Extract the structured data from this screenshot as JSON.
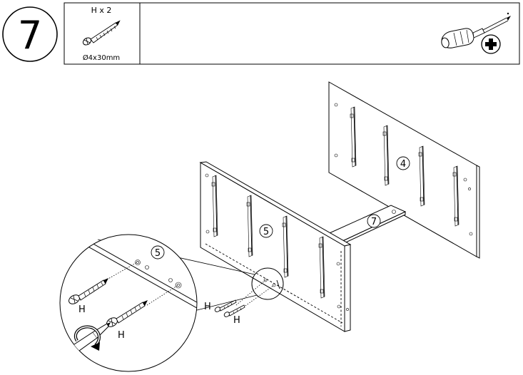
{
  "step": {
    "number": "7"
  },
  "parts_box": {
    "quantity_label": "H x 2",
    "size_label": "Ø4x30mm",
    "screw_icon": "screw-icon"
  },
  "tool": {
    "icon": "phillips-screwdriver-icon",
    "bit_icon": "phillips-bit-icon"
  },
  "panels": {
    "panel_4": "4",
    "panel_5": "5",
    "panel_7": "7"
  },
  "detail": {
    "panel_label": "5",
    "screw_label_1": "H",
    "screw_label_2": "H"
  },
  "screws": {
    "label_1": "H",
    "label_2": "H"
  },
  "colors": {
    "line": "#000000",
    "background": "#ffffff"
  }
}
